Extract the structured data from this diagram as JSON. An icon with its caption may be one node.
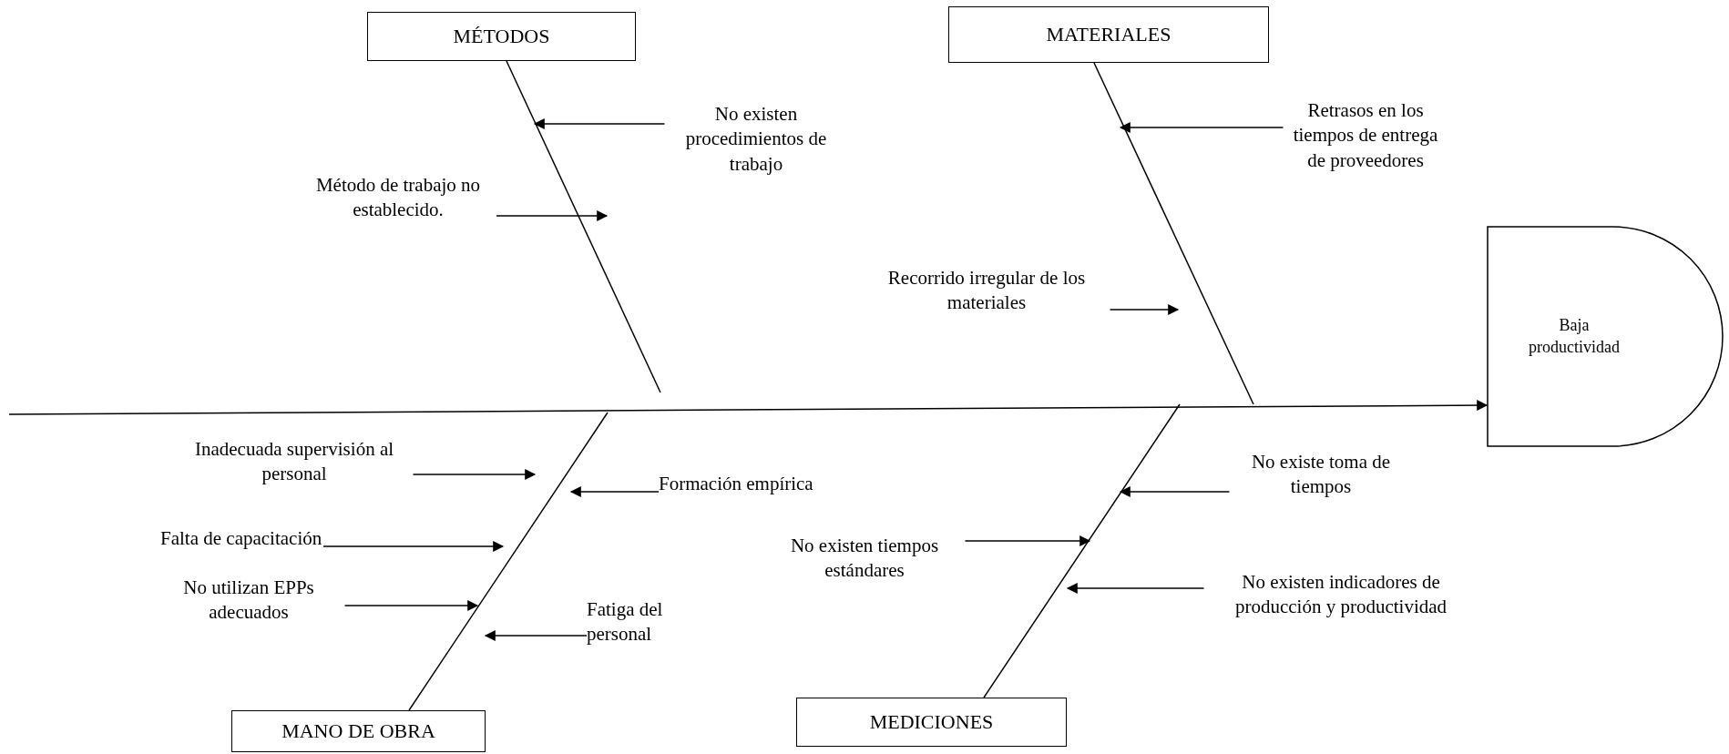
{
  "diagram": {
    "nodes": [
      {
        "text": [
          "MÉTODOS"
        ]
      },
      {
        "text": [
          "MATERIALES"
        ]
      },
      {
        "text": [
          "No existen procedimientos de trabajo"
        ]
      },
      {
        "text": [
          "Retrasos en los tiempos de entrega de proveedores"
        ]
      },
      {
        "text": [
          "Método de trabajo no establecido."
        ]
      },
      {
        "text": [
          "Recorrido irregular de los materiales"
        ]
      },
      {
        "text": [
          "Baja productividad"
        ]
      },
      {
        "text": [
          "Inadecuada supervisión al personal"
        ]
      },
      {
        "text": [
          "Formación empírica"
        ]
      },
      {
        "text": [
          "No existe toma de tiempos"
        ]
      },
      {
        "text": [
          "Falta de capacitación"
        ]
      },
      {
        "text": [
          "No existen tiempos estándares"
        ]
      },
      {
        "text": [
          "No utilizan EPPs adecuados"
        ]
      },
      {
        "text": [
          "No existen indicadores de producción y productividad"
        ]
      },
      {
        "text": [
          "Fatiga del personal"
        ]
      },
      {
        "text": [
          "MANO DE OBRA"
        ]
      },
      {
        "text": [
          "MEDICIONES"
        ]
      }
    ],
    "edges": [
      {
        "from": null,
        "to": 6,
        "arrow": "to"
      },
      {
        "from": 0,
        "to": null,
        "arrow": "none"
      },
      {
        "from": 1,
        "to": null,
        "arrow": "none"
      },
      {
        "from": 15,
        "to": null,
        "arrow": "none"
      },
      {
        "from": 16,
        "to": null,
        "arrow": "none"
      },
      {
        "from": 2,
        "to": null,
        "arrow": "to"
      },
      {
        "from": 3,
        "to": null,
        "arrow": "to"
      },
      {
        "from": 4,
        "to": null,
        "arrow": "to"
      },
      {
        "from": 5,
        "to": null,
        "arrow": "to"
      },
      {
        "from": 7,
        "to": null,
        "arrow": "to"
      },
      {
        "from": 8,
        "to": null,
        "arrow": "to"
      },
      {
        "from": 9,
        "to": null,
        "arrow": "to"
      },
      {
        "from": 10,
        "to": null,
        "arrow": "to"
      },
      {
        "from": 11,
        "to": null,
        "arrow": "to"
      },
      {
        "from": 12,
        "to": null,
        "arrow": "to"
      },
      {
        "from": 13,
        "to": null,
        "arrow": "to"
      },
      {
        "from": 14,
        "to": null,
        "arrow": "to"
      }
    ]
  }
}
